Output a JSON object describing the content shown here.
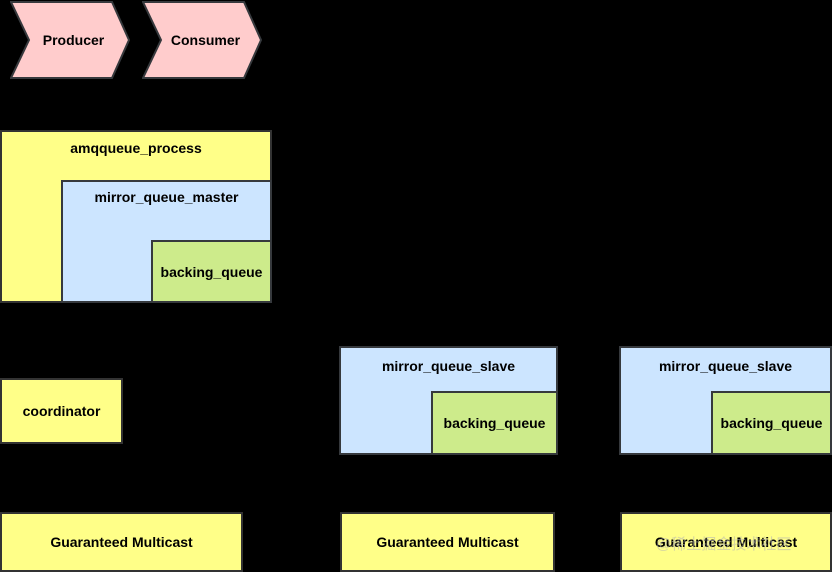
{
  "steps": {
    "producer": "Producer",
    "consumer": "Consumer"
  },
  "master_node": {
    "process": "amqqueue_process",
    "mirror": "mirror_queue_master",
    "backing": "backing_queue"
  },
  "coordinator": "coordinator",
  "slave_1": {
    "mirror": "mirror_queue_slave",
    "backing": "backing_queue"
  },
  "slave_2": {
    "mirror": "mirror_queue_slave",
    "backing": "backing_queue"
  },
  "gm": {
    "left": "Guaranteed Multicast",
    "middle": "Guaranteed Multicast",
    "right": "Guaranteed Multicast"
  },
  "watermark": "@稀土掘金技术社区",
  "colors": {
    "background": "#000000",
    "step_fill": "#ffcccc",
    "process_fill": "#ffff88",
    "mirror_fill": "#cce5ff",
    "backing_fill": "#cdeb8b"
  }
}
